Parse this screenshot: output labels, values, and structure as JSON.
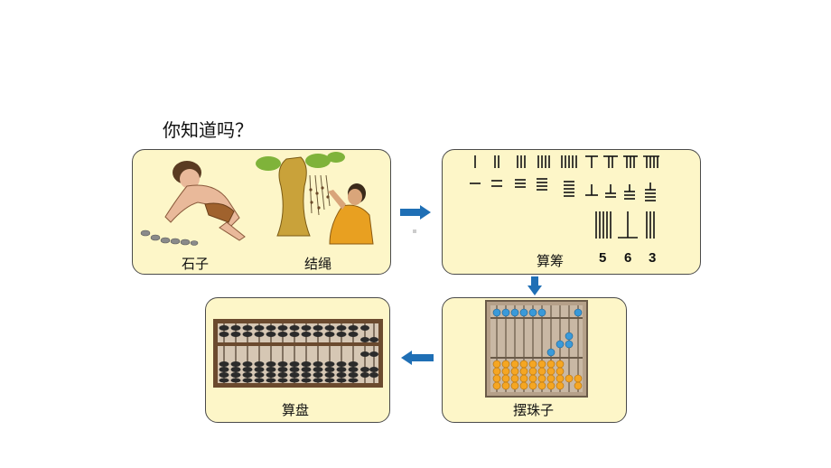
{
  "question": "你知道吗？",
  "panels": {
    "stones_rope": {
      "label_stones": "石子",
      "label_rope": "结绳"
    },
    "rods": {
      "label": "算筹",
      "digits": [
        "5",
        "6",
        "3"
      ]
    },
    "beads": {
      "label": "摆珠子"
    },
    "abacus": {
      "label": "算盘"
    }
  },
  "colors": {
    "panel_fill": "#fdf6c8",
    "arrow": "#1f6fb5",
    "bead_blue": "#3a9ad9",
    "bead_orange": "#f5a623"
  }
}
